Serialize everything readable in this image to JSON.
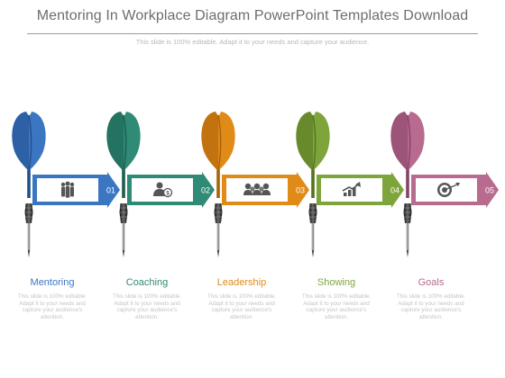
{
  "header": {
    "title": "Mentoring In Workplace Diagram PowerPoint Templates Download",
    "subtitle": "This slide is 100% editable. Adapt it to your needs and capture your audience."
  },
  "steps": [
    {
      "number": "01",
      "label": "Mentoring",
      "color": "#3b76c2",
      "color_dark": "#234f8c",
      "icon": "people-group-icon",
      "description": "This slide is 100% editable. Adapt it to your needs and capture your audience's attention."
    },
    {
      "number": "02",
      "label": "Coaching",
      "color": "#2f8b75",
      "color_dark": "#1c5e4f",
      "icon": "user-money-icon",
      "description": "This slide is 100% editable. Adapt it to your needs and capture your audience's attention."
    },
    {
      "number": "03",
      "label": "Leadership",
      "color": "#e08a17",
      "color_dark": "#a9610a",
      "icon": "team-icon",
      "description": "This slide is 100% editable. Adapt it to your needs and capture your audience's attention."
    },
    {
      "number": "04",
      "label": "Showing",
      "color": "#7ea53c",
      "color_dark": "#55731f",
      "icon": "growth-chart-icon",
      "description": "This slide is 100% editable. Adapt it to your needs and capture your audience's attention."
    },
    {
      "number": "05",
      "label": "Goals",
      "color": "#b86a8f",
      "color_dark": "#854466",
      "icon": "target-icon",
      "description": "This slide is 100% editable. Adapt it to your needs and capture your audience's attention."
    }
  ]
}
